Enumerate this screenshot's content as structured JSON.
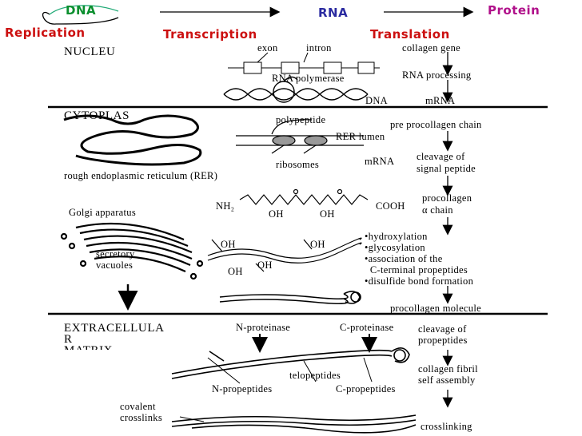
{
  "header": {
    "dna": "DNA",
    "rna": "RNA",
    "protein": "Protein",
    "replication": "Replication",
    "transcription": "Transcription",
    "translation": "Translation"
  },
  "nucleus": {
    "title": "NUCLEU",
    "exon": "exon",
    "intron": "intron",
    "collagen_gene": "collagen gene",
    "rna_polymerase": "RNA polymerase",
    "rna_processing": "RNA processing",
    "dna": "DNA",
    "mrna": "mRNA"
  },
  "cytoplasm": {
    "title": "CYTOPLAS",
    "polypeptide": "polypeptide",
    "pre_procollagen": "pre procollagen chain",
    "rer_lumen": "RER lumen",
    "ribosomes": "ribosomes",
    "mrna": "mRNA",
    "cleavage_signal_1": "cleavage of",
    "cleavage_signal_2": "signal peptide",
    "rer": "rough endoplasmic reticulum (RER)",
    "golgi": "Golgi apparatus",
    "nh2": "NH₂",
    "oh1": "OH",
    "oh2": "OH",
    "cooh": "COOH",
    "procollagen_1": "procollagen",
    "procollagen_2": "α chain",
    "oh3": "OH",
    "oh4": "OH",
    "oh5": "OH",
    "oh6": "OH",
    "secretory_1": "secretory",
    "secretory_2": "vacuoles",
    "bullets": [
      "•hydroxylation",
      "•glycosylation",
      "•association of the",
      "  C-terminal propeptides",
      "•disulfide bond formation"
    ],
    "procollagen_molecule": "procollagen molecule"
  },
  "extracellular": {
    "title_1": "EXTRACELLULA",
    "title_2": "R",
    "title_3": "MATRIX",
    "n_proteinase": "N-proteinase",
    "c_proteinase": "C-proteinase",
    "cleavage_pro_1": "cleavage of",
    "cleavage_pro_2": "propeptides",
    "collagen_fibril_1": "collagen fibril",
    "collagen_fibril_2": "self assembly",
    "telopeptides": "telopeptides",
    "n_propeptides": "N-propeptides",
    "c_propeptides": "C-propeptides",
    "covalent_1": "covalent",
    "covalent_2": "crosslinks",
    "crosslinking": "crosslinking"
  }
}
